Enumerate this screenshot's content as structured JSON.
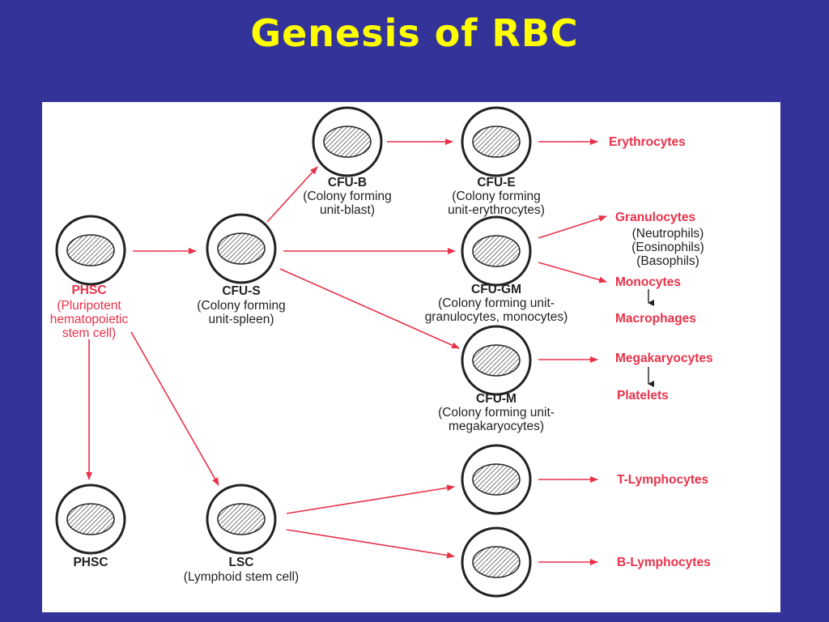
{
  "title": "Genesis of RBC",
  "colors": {
    "background": "#333399",
    "title": "#ffff00",
    "arrow": "#e8324a",
    "panel": "#ffffff"
  },
  "cells": {
    "phsc_top": {
      "label": "PHSC",
      "desc": [
        "(Pluripotent",
        "hematopoietic",
        "stem cell)"
      ]
    },
    "cfu_s": {
      "label": "CFU-S",
      "desc": [
        "(Colony forming",
        "unit-spleen)"
      ]
    },
    "cfu_b": {
      "label": "CFU-B",
      "desc": [
        "(Colony forming",
        "unit-blast)"
      ]
    },
    "cfu_e": {
      "label": "CFU-E",
      "desc": [
        "(Colony forming",
        "unit-erythrocytes)"
      ]
    },
    "cfu_gm": {
      "label": "CFU-GM",
      "desc": [
        "(Colony forming unit-",
        "granulocytes, monocytes)"
      ]
    },
    "cfu_m": {
      "label": "CFU-M",
      "desc": [
        "(Colony forming unit-",
        "megakaryocytes)"
      ]
    },
    "phsc_bottom": {
      "label": "PHSC"
    },
    "lsc": {
      "label": "LSC",
      "desc": [
        "(Lymphoid stem cell)"
      ]
    }
  },
  "outputs": {
    "erythrocytes": "Erythrocytes",
    "granulocytes": "Granulocytes",
    "granulocyte_types": [
      "(Neutrophils)",
      "(Eosinophils)",
      "(Basophils)"
    ],
    "monocytes": "Monocytes",
    "macrophages": "Macrophages",
    "megakaryocytes": "Megakaryocytes",
    "platelets": "Platelets",
    "t_lymphocytes": "T-Lymphocytes",
    "b_lymphocytes": "B-Lymphocytes"
  }
}
